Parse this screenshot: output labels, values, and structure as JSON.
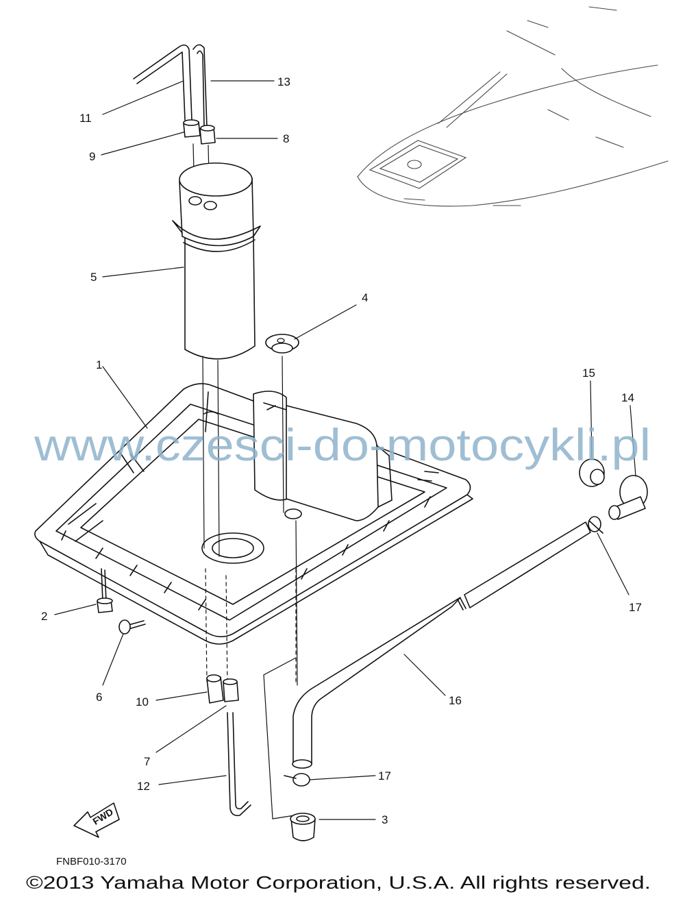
{
  "callouts": {
    "c1": "1",
    "c2": "2",
    "c3": "3",
    "c4": "4",
    "c5": "5",
    "c6": "6",
    "c7": "7",
    "c8": "8",
    "c9": "9",
    "c10": "10",
    "c11": "11",
    "c12": "12",
    "c13": "13",
    "c14": "14",
    "c15": "15",
    "c16": "16",
    "c17a": "17",
    "c17b": "17"
  },
  "fwd_label": "FWD",
  "watermark": "www.czesci-do-motocykli.pl",
  "drawing_code": "FNBF010-3170",
  "copyright": "©2013 Yamaha Motor Corporation, U.S.A. All rights reserved.",
  "colors": {
    "lineart": "#111111",
    "watermark": "#8fb3cc",
    "background": "#ffffff"
  }
}
